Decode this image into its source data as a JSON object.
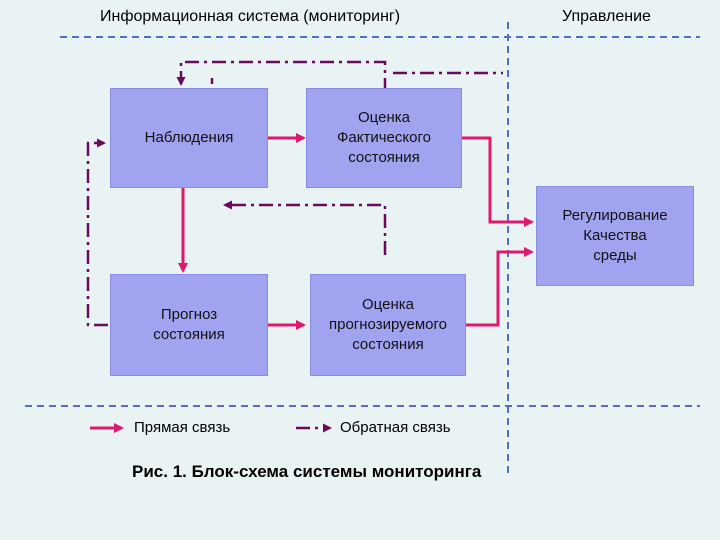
{
  "header": {
    "left": "Информационная система (мониторинг)",
    "right": "Управление"
  },
  "boxes": {
    "observations": "Наблюдения",
    "actual_assessment": "Оценка\nФактического\nсостояния",
    "forecast": "Прогноз\nсостояния",
    "forecast_assessment": "Оценка\nпрогнозируемого\nсостояния",
    "regulation": "Регулирование\nКачества\nсреды"
  },
  "legend": {
    "direct": "Прямая связь",
    "feedback": "Обратная связь"
  },
  "caption": "Рис. 1. Блок-схема системы мониторинга",
  "colors": {
    "background": "#e9f3f3",
    "box_fill": "#a0a4f0",
    "direct_arrow": "#e0196e",
    "feedback_arrow": "#6a0a5e",
    "divider": "#5070c0"
  }
}
